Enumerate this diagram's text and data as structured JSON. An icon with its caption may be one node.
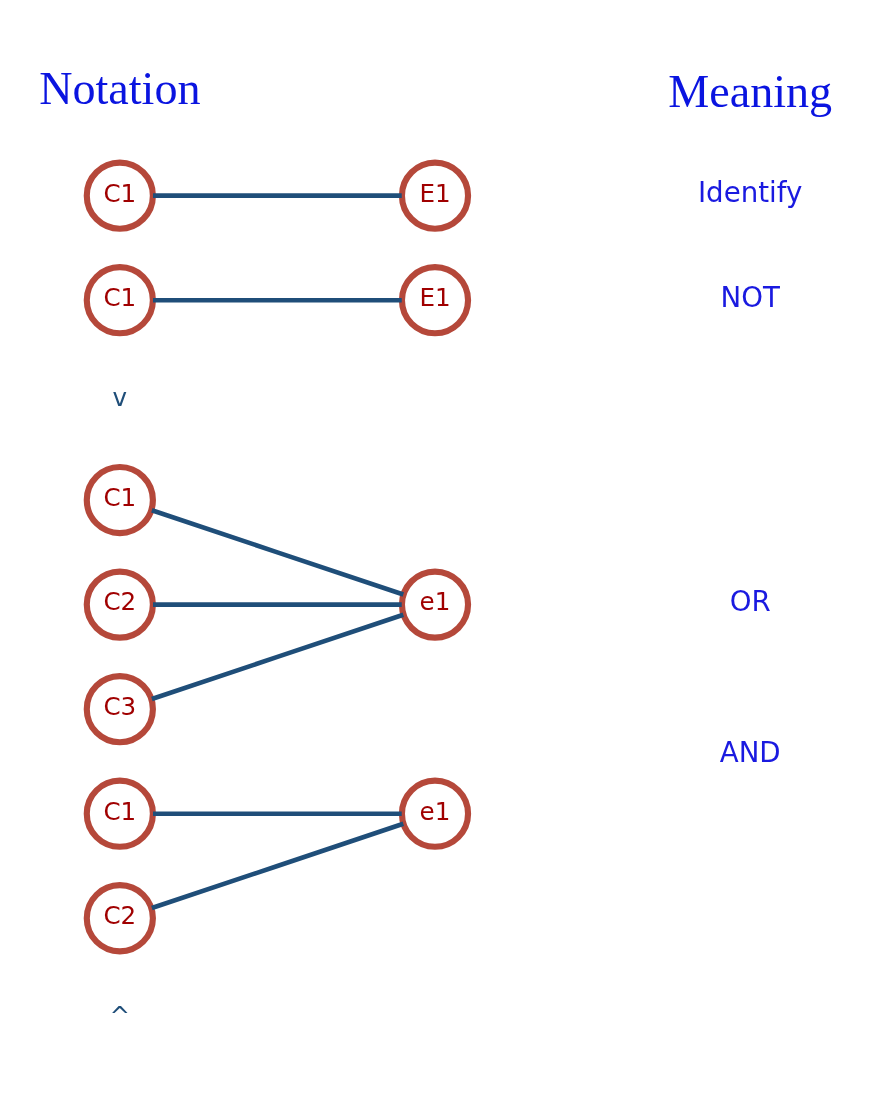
{
  "diagram": {
    "nodes": [
      {
        "text": [
          "C1"
        ]
      },
      {
        "text": [
          "E1"
        ]
      },
      {
        "text": [
          "C1"
        ]
      },
      {
        "text": [
          "E1"
        ]
      },
      {
        "text": [
          "C1"
        ]
      },
      {
        "text": [
          "C2"
        ]
      },
      {
        "text": [
          "e1"
        ]
      },
      {
        "text": [
          "C3"
        ]
      },
      {
        "text": [
          "C1"
        ]
      },
      {
        "text": [
          "e1"
        ]
      },
      {
        "text": [
          "C2"
        ]
      }
    ],
    "edges": [
      {
        "from": 0,
        "to": 1,
        "arrow": "none"
      },
      {
        "from": 2,
        "to": 3,
        "arrow": "none"
      },
      {
        "from": 4,
        "to": 6,
        "arrow": "none"
      },
      {
        "from": 5,
        "to": 6,
        "arrow": "none"
      },
      {
        "from": 7,
        "to": 6,
        "arrow": "none"
      },
      {
        "from": 8,
        "to": 9,
        "arrow": "none"
      },
      {
        "from": 10,
        "to": 9,
        "arrow": "none"
      }
    ],
    "labels": [
      "Notation",
      "Meaning",
      "Identify",
      "NOT",
      "v",
      "OR",
      "^",
      "AND"
    ]
  }
}
